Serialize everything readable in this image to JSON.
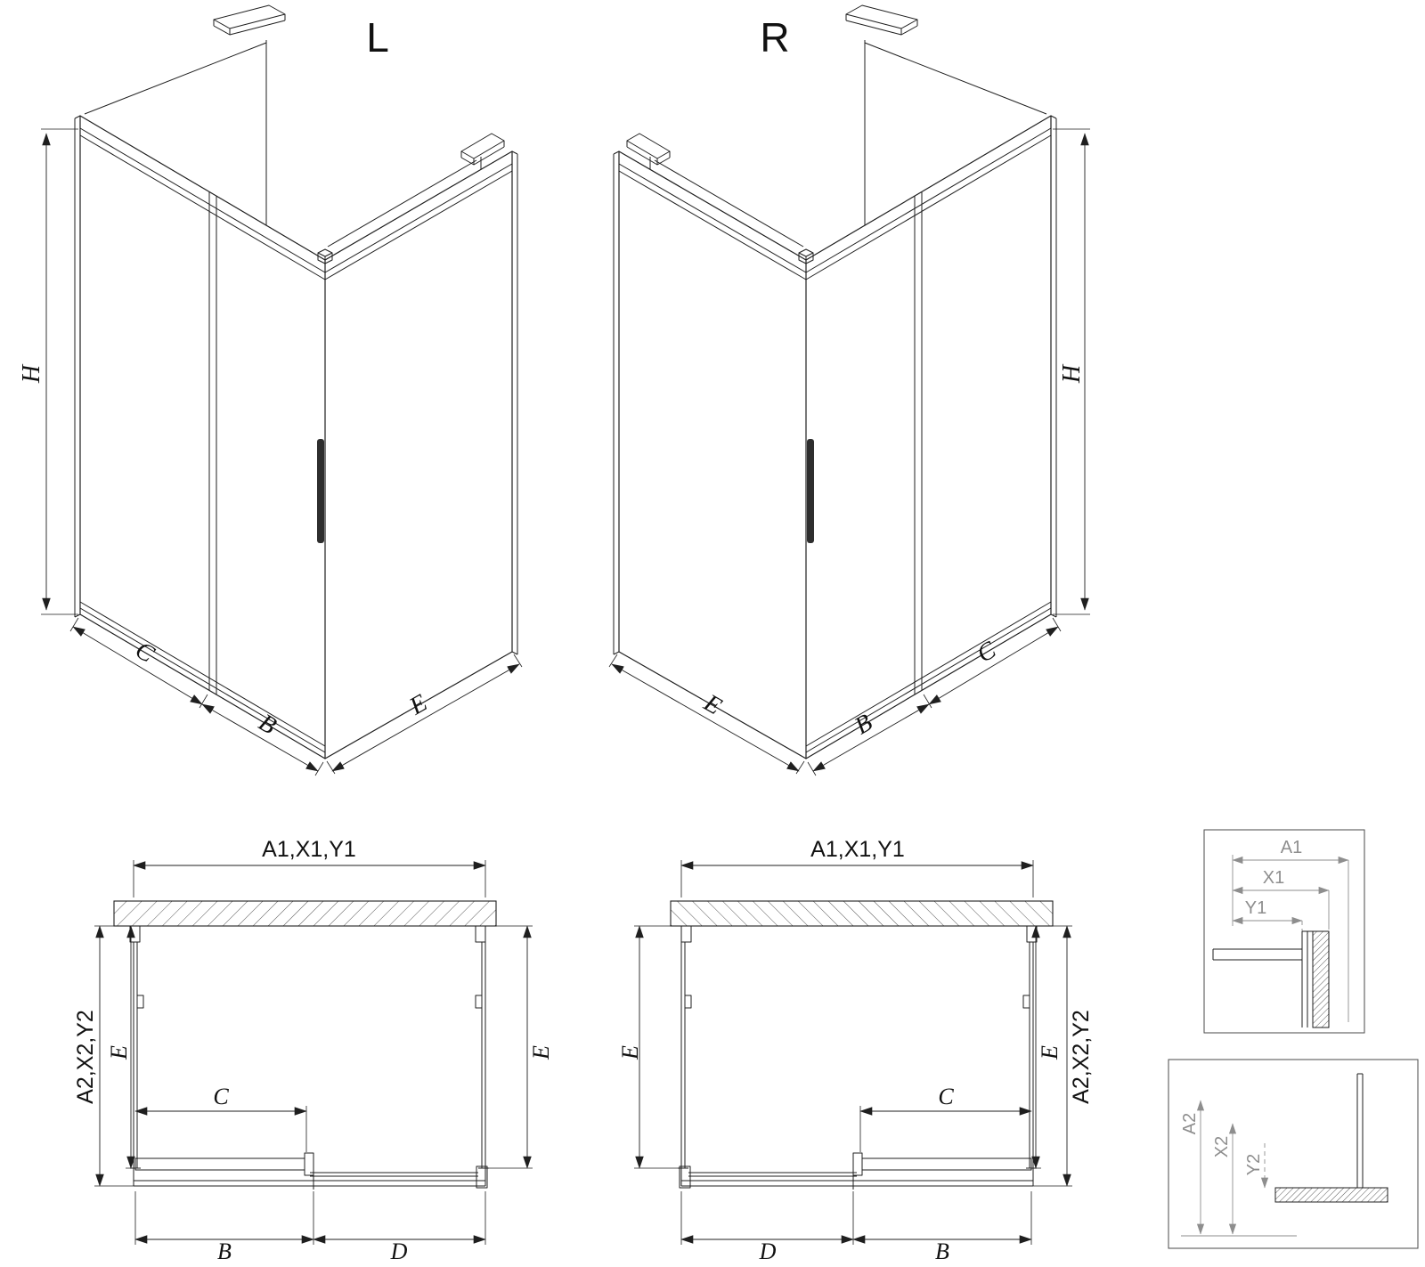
{
  "sheet": {
    "background": "#ffffff",
    "line_color": "#1f1f1f",
    "detail_line_color": "#8e8e8e"
  },
  "iso_left": {
    "title": "L",
    "dim_h": "H",
    "dim_c": "C",
    "dim_b": "B",
    "dim_e": "E"
  },
  "iso_right": {
    "title": "R",
    "dim_h": "H",
    "dim_c": "C",
    "dim_b": "B",
    "dim_e": "E"
  },
  "plan_left": {
    "dim_top": "A1,X1,Y1",
    "dim_side": "A2,X2,Y2",
    "dim_e_left": "E",
    "dim_e_right": "E",
    "dim_c": "C",
    "dim_b": "B",
    "dim_d": "D"
  },
  "plan_right": {
    "dim_top": "A1,X1,Y1",
    "dim_side": "A2,X2,Y2",
    "dim_e_left": "E",
    "dim_e_right": "E",
    "dim_c": "C",
    "dim_b": "B",
    "dim_d": "D"
  },
  "detail_top": {
    "dim_a": "A1",
    "dim_x": "X1",
    "dim_y": "Y1"
  },
  "detail_bottom": {
    "dim_a": "A2",
    "dim_x": "X2",
    "dim_y": "Y2"
  }
}
